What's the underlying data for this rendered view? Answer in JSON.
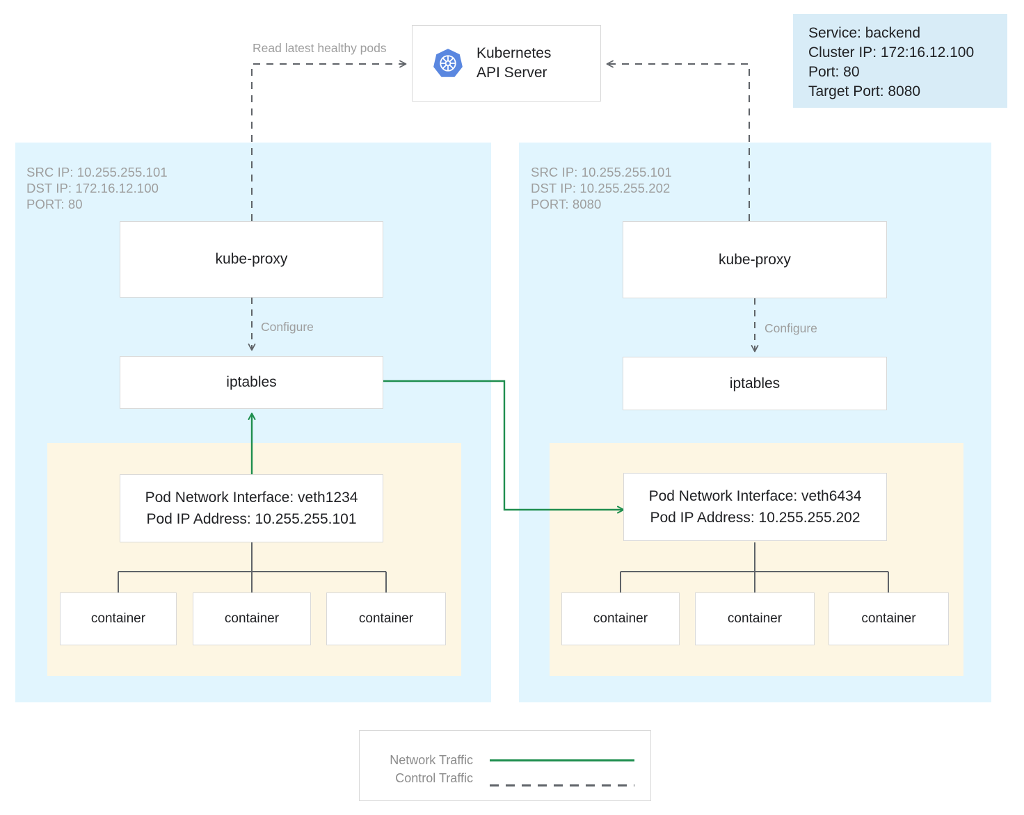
{
  "diagram": {
    "title": "Kubernetes kube-proxy iptables service routing",
    "colors": {
      "node_background": "#e1f5fe",
      "pod_background": "#fdf6e3",
      "service_card_background": "#d8ecf7",
      "network_traffic": "#1e8e4e",
      "control_traffic": "#5f6368",
      "box_border": "#d9d9d9",
      "muted_text": "#9e9e9e",
      "kubernetes_blue": "#5a87e0"
    }
  },
  "api_server": {
    "label": "Kubernetes\nAPI Server",
    "icon": "kubernetes-logo-icon"
  },
  "service_card": {
    "lines": [
      "Service: backend",
      "Cluster IP: 172:16.12.100",
      "Port: 80",
      "Target Port: 8080"
    ]
  },
  "edges": {
    "read_pods_label": "Read latest healthy pods",
    "configure_label_left": "Configure",
    "configure_label_right": "Configure"
  },
  "nodes": [
    {
      "id": "left-node",
      "packet_info": "SRC IP: 10.255.255.101\nDST IP: 172.16.12.100\nPORT: 80",
      "kube_proxy_label": "kube-proxy",
      "iptables_label": "iptables",
      "pod": {
        "interface_label": "Pod Network Interface: veth1234\nPod IP Address: 10.255.255.101",
        "containers": [
          "container",
          "container",
          "container"
        ]
      }
    },
    {
      "id": "right-node",
      "packet_info": "SRC IP: 10.255.255.101\nDST IP: 10.255.255.202\nPORT: 8080",
      "kube_proxy_label": "kube-proxy",
      "iptables_label": "iptables",
      "pod": {
        "interface_label": "Pod Network Interface: veth6434\nPod IP Address: 10.255.255.202",
        "containers": [
          "container",
          "container",
          "container"
        ]
      }
    }
  ],
  "legend": {
    "items": [
      {
        "label": "Network Traffic",
        "style": "solid",
        "color": "#1e8e4e"
      },
      {
        "label": "Control Traffic",
        "style": "dashed",
        "color": "#5f6368"
      }
    ]
  }
}
